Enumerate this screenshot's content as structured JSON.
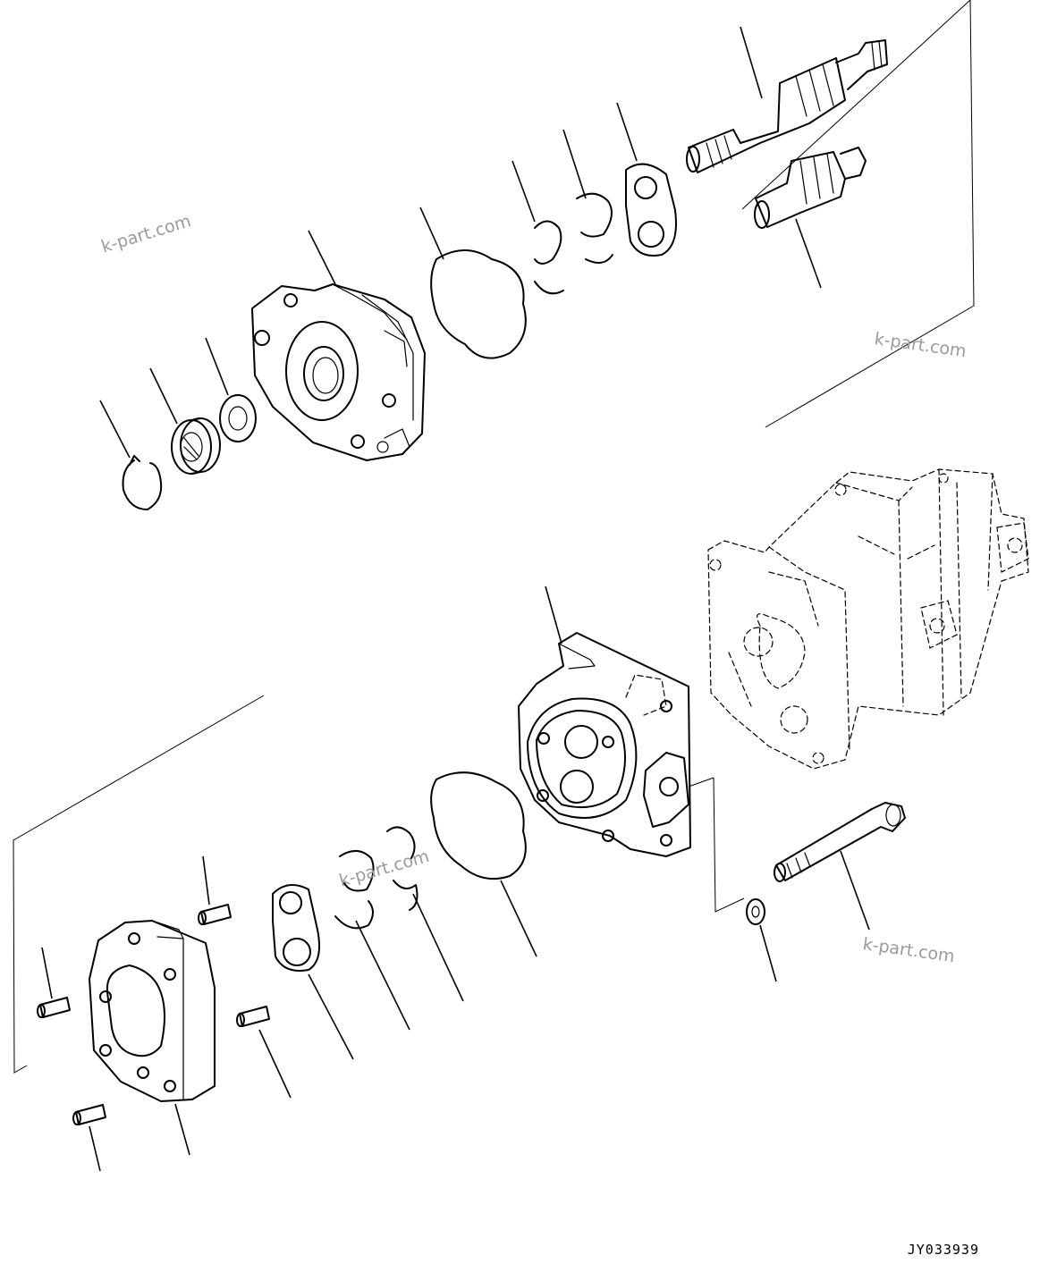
{
  "watermarks": [
    "k-part.com",
    "k-part.com",
    "k-part.com",
    "k-part.com"
  ],
  "drawing_code": "JY033939"
}
